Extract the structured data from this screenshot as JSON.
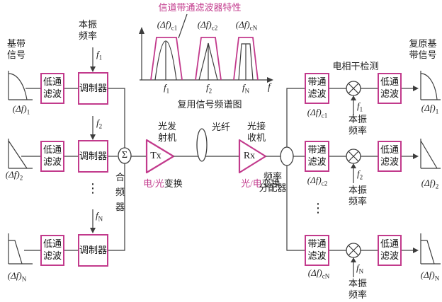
{
  "colors": {
    "magenta": "#c23a8c",
    "line": "#3c3c3c"
  },
  "top_plot": {
    "title": "信道带通滤波器特性",
    "caption": "复用信号频谱图",
    "f_axis": "f",
    "channels": [
      {
        "band_main": "(Δf)",
        "band_sub": "c1",
        "tick_main": "f",
        "tick_sub": "1"
      },
      {
        "band_main": "(Δf)",
        "band_sub": "c2",
        "tick_main": "f",
        "tick_sub": "2"
      },
      {
        "band_main": "(Δf)",
        "band_sub": "cN",
        "tick_main": "f",
        "tick_sub": "N"
      }
    ]
  },
  "left": {
    "baseband_label": "基带\n信号",
    "lo_label": "本振\n频率",
    "combiner_symbol": "Σ",
    "combiner_label": "合\n频\n器",
    "dots": "⋮",
    "rows": [
      {
        "spec_main": "(Δf)",
        "spec_sub": "1",
        "lpf": "低通\n滤波",
        "mod": "调制器",
        "f_main": "f",
        "f_sub": "1"
      },
      {
        "spec_main": "(Δf)",
        "spec_sub": "2",
        "lpf": "低通\n滤波",
        "mod": "调制器",
        "f_main": "f",
        "f_sub": "2"
      },
      {
        "spec_main": "(Δf)",
        "spec_sub": "N",
        "lpf": "低通\n滤波",
        "mod": "调制器",
        "f_main": "f",
        "f_sub": "N"
      }
    ]
  },
  "link": {
    "tx_symbol": "Tx",
    "tx_label": "光发\n射机",
    "tx_caption_hl": "电/光",
    "tx_caption": "变换",
    "fiber_label": "光纤",
    "rx_symbol": "Rx",
    "rx_label": "光接\n收机",
    "rx_caption_hl": "光/电",
    "rx_caption": "变换",
    "splitter_label": "频率\n分配器"
  },
  "right": {
    "coherent_label": "电相干检测",
    "recovered_label": "复原基\n带信号",
    "lo_label": "本振\n频率",
    "dots": "⋮",
    "rows": [
      {
        "bpf": "带通\n滤波",
        "band_main": "(Δf)",
        "band_sub": "c1",
        "lpf": "低通\n滤波",
        "f_main": "f",
        "f_sub": "1",
        "spec_main": "(Δf)",
        "spec_sub": "1"
      },
      {
        "bpf": "带通\n滤波",
        "band_main": "(Δf)",
        "band_sub": "c2",
        "lpf": "低通\n滤波",
        "f_main": "f",
        "f_sub": "2",
        "spec_main": "(Δf)",
        "spec_sub": "2"
      },
      {
        "bpf": "带通\n滤波",
        "band_main": "(Δf)",
        "band_sub": "cN",
        "lpf": "低通\n滤波",
        "f_main": "f",
        "f_sub": "N",
        "spec_main": "(Δf)",
        "spec_sub": "N"
      }
    ]
  }
}
